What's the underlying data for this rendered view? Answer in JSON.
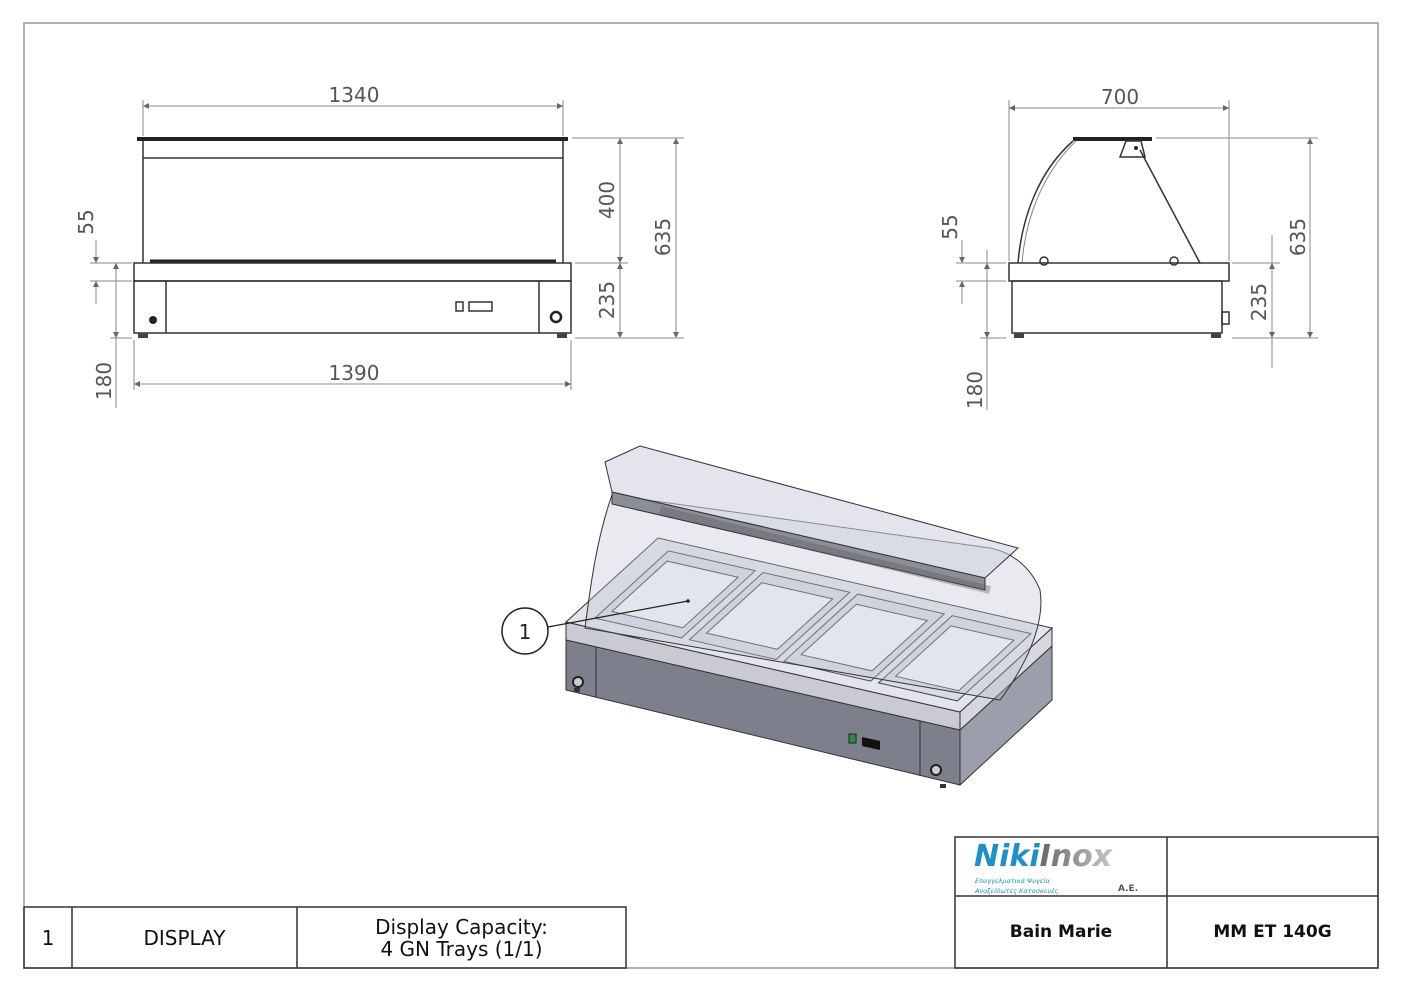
{
  "front_view": {
    "width_top": "1340",
    "width_bottom": "1390",
    "height_glass": "400",
    "height_base": "235",
    "height_total": "635",
    "counter_thickness": "55",
    "height_lower": "180"
  },
  "side_view": {
    "depth": "700",
    "height_total": "635",
    "height_base": "235",
    "counter_thickness": "55",
    "height_lower": "180"
  },
  "balloon": {
    "number": "1"
  },
  "parts_table": {
    "item_no": "1",
    "name": "DISPLAY",
    "description_line1": "Display Capacity:",
    "description_line2": "4 GN Trays (1/1)"
  },
  "title_block": {
    "logo": {
      "brand_part1": "Niki",
      "brand_part2": "Inox",
      "suffix": "A.E.",
      "tagline_line1": "Επαγγελματικά Ψυγεία",
      "tagline_line2": "Ανοξείδωτες Κατασκευές",
      "colors": {
        "blue": "#1f8fc8",
        "gray": "#8a8a8a"
      }
    },
    "product_name": "Bain Marie",
    "model": "MM ET 140G"
  }
}
